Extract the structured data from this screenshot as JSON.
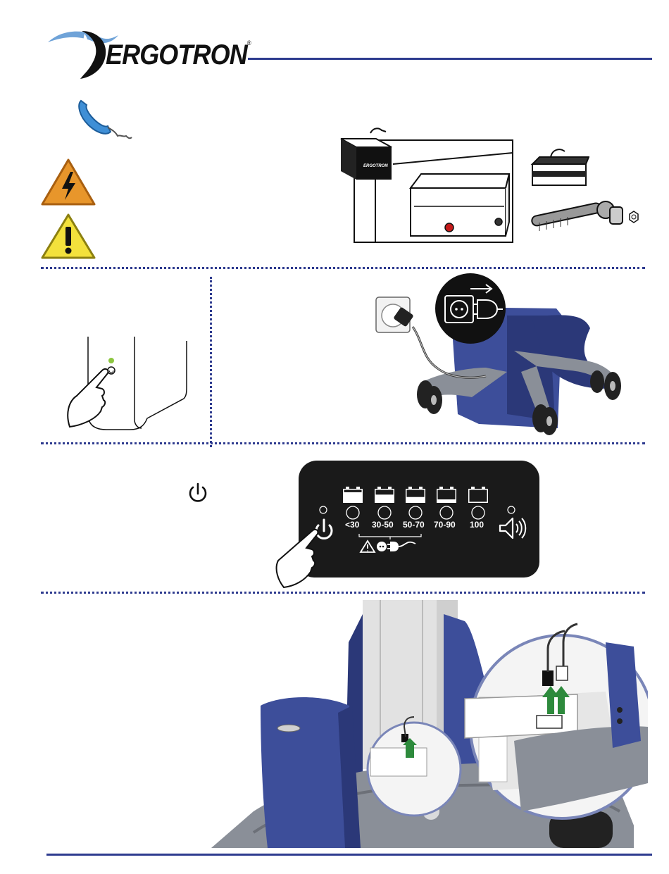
{
  "header": {
    "brand": "ERGOTRON",
    "registered_mark": "®",
    "brand_color": "#2e3b8f"
  },
  "icons": {
    "phone": "phone-handset-icon",
    "electrical_hazard": "high-voltage-warning-icon",
    "general_warning": "caution-warning-icon",
    "power": "power-icon",
    "speaker": "speaker-icon"
  },
  "control_panel": {
    "battery_levels": [
      "<30",
      "30-50",
      "50-70",
      "70-90",
      "100"
    ],
    "battery_fill_fractions": [
      0.2,
      0.4,
      0.6,
      0.8,
      1.0
    ]
  },
  "colors": {
    "cart_blue": "#3d4e9a",
    "warning_orange": "#e8962b",
    "warning_yellow": "#f3e13c",
    "arrow_green": "#2d8a3c",
    "panel_black": "#1a1a1a"
  }
}
